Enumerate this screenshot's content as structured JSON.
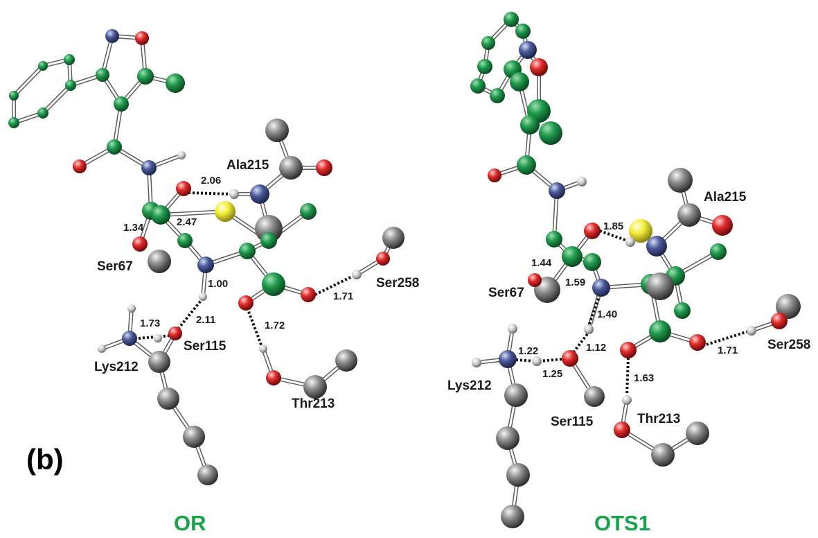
{
  "figure": {
    "panel_letter": "(b)",
    "colors": {
      "carbon": "#1f9a4c",
      "oxygen": "#e02b2b",
      "nitrogen": "#4a5a9a",
      "sulfur": "#f2ee3a",
      "hydrogen": "#c8c8c8",
      "residue_carbon": "#8c8c8c",
      "title_green": "#17a34a"
    },
    "panels": [
      {
        "id": "OR",
        "title": "OR",
        "residue_labels": [
          "Ala215",
          "Ser67",
          "Ser258",
          "Ser115",
          "Lys212",
          "Thr213"
        ],
        "distances": [
          "2.06",
          "1.34",
          "2.47",
          "1.00",
          "1.71",
          "1.73",
          "2.11",
          "1.72"
        ]
      },
      {
        "id": "OTS1",
        "title": "OTS1",
        "residue_labels": [
          "Ala215",
          "Ser67",
          "Ser258",
          "Lys212",
          "Ser115",
          "Thr213"
        ],
        "distances": [
          "1.85",
          "1.44",
          "1.59",
          "1.40",
          "1.22",
          "1.25",
          "1.12",
          "1.71",
          "1.63"
        ]
      }
    ]
  }
}
